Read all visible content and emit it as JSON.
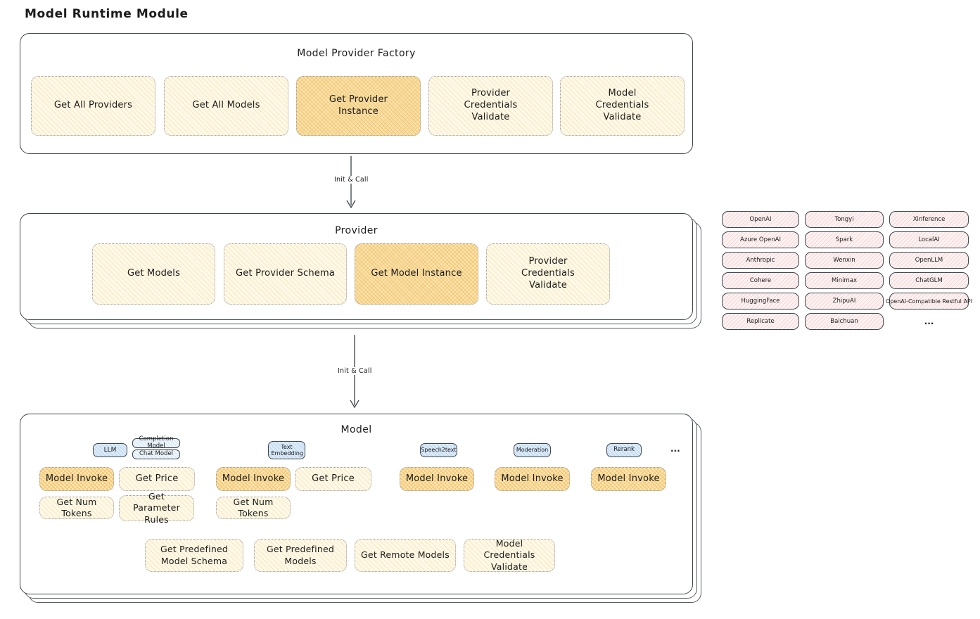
{
  "page_title": "Model Runtime Module",
  "factory": {
    "title": "Model Provider Factory",
    "buttons": [
      {
        "label": "Get All Providers",
        "highlighted": false
      },
      {
        "label": "Get All Models",
        "highlighted": false
      },
      {
        "label": "Get Provider Instance",
        "highlighted": true
      },
      {
        "label": "Provider Credentials Validate",
        "highlighted": false
      },
      {
        "label": "Model Credentials Validate",
        "highlighted": false
      }
    ]
  },
  "arrows": [
    {
      "label": "Init & Call"
    },
    {
      "label": "Init & Call"
    }
  ],
  "provider": {
    "title": "Provider",
    "buttons": [
      {
        "label": "Get Models",
        "highlighted": false
      },
      {
        "label": "Get Provider Schema",
        "highlighted": false
      },
      {
        "label": "Get Model Instance",
        "highlighted": true
      },
      {
        "label": "Provider Credentials Validate",
        "highlighted": false
      }
    ]
  },
  "providers": [
    "OpenAI",
    "Tongyi",
    "Xinference",
    "Azure OpenAI",
    "Spark",
    "LocalAI",
    "Anthropic",
    "Wenxin",
    "OpenLLM",
    "Cohere",
    "Minimax",
    "ChatGLM",
    "HuggingFace",
    "ZhipuAI",
    "OpenAI-Compatible Restful API",
    "Replicate",
    "Baichuan"
  ],
  "providers_more": "...",
  "model": {
    "title": "Model",
    "badges": [
      "LLM",
      "Completion Model",
      "Chat Model",
      "Text Embedding",
      "Speech2text",
      "Moderation",
      "Rerank"
    ],
    "ellipsis": "...",
    "row1": [
      {
        "label": "Model Invoke",
        "highlighted": true
      },
      {
        "label": "Get Price",
        "highlighted": false
      },
      {
        "label": "Model Invoke",
        "highlighted": true
      },
      {
        "label": "Get Price",
        "highlighted": false
      },
      {
        "label": "Model Invoke",
        "highlighted": true
      },
      {
        "label": "Model Invoke",
        "highlighted": true
      },
      {
        "label": "Model Invoke",
        "highlighted": true
      }
    ],
    "row2": [
      {
        "label": "Get Num Tokens"
      },
      {
        "label": "Get Parameter Rules"
      },
      {
        "label": "Get Num Tokens"
      }
    ],
    "row3": [
      {
        "label": "Get Predefined Model Schema"
      },
      {
        "label": "Get Predefined Models"
      },
      {
        "label": "Get Remote Models"
      },
      {
        "label": "Model Credentials Validate"
      }
    ]
  },
  "colors": {
    "highlight_fill": "#fae3ad",
    "normal_fill": "#fdf8e7",
    "type_badge_fill": "#dcebf8",
    "provider_pill_fill": "#fdf2f2",
    "border_dark": "#40464d",
    "text": "#1b1b1b"
  }
}
